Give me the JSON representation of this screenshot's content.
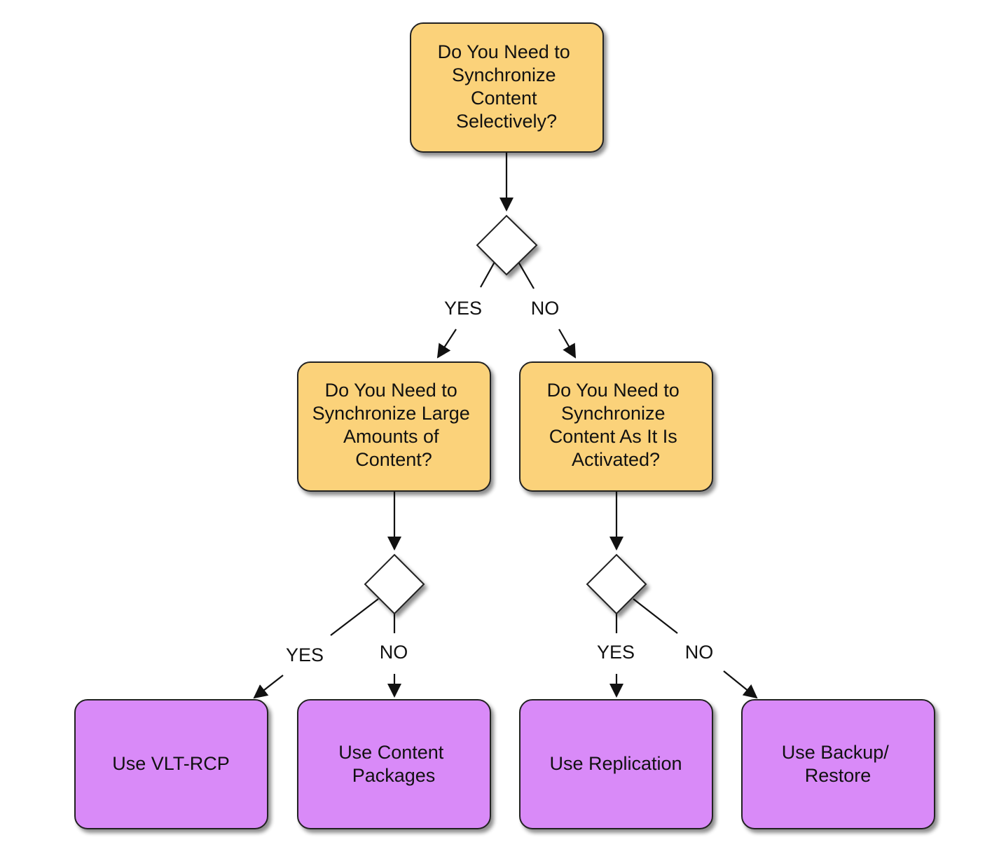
{
  "colors": {
    "question_fill": "#fbd27a",
    "outcome_fill": "#d98af8",
    "decision_fill": "#ffffff",
    "stroke": "#222222",
    "shadow": "#888888"
  },
  "nodes": {
    "q_selective": {
      "lines": [
        "Do You Need to",
        "Synchronize",
        "Content",
        "Selectively?"
      ]
    },
    "q_large": {
      "lines": [
        "Do You Need to",
        "Synchronize Large",
        "Amounts of",
        "Content?"
      ]
    },
    "q_activated": {
      "lines": [
        "Do You Need to",
        "Synchronize",
        "Content As It Is",
        "Activated?"
      ]
    },
    "o_vltrcp": {
      "lines": [
        "Use VLT-RCP"
      ]
    },
    "o_packages": {
      "lines": [
        "Use Content",
        "Packages"
      ]
    },
    "o_replication": {
      "lines": [
        "Use Replication"
      ]
    },
    "o_backup": {
      "lines": [
        "Use Backup/",
        "Restore"
      ]
    }
  },
  "labels": {
    "yes": "YES",
    "no": "NO"
  }
}
